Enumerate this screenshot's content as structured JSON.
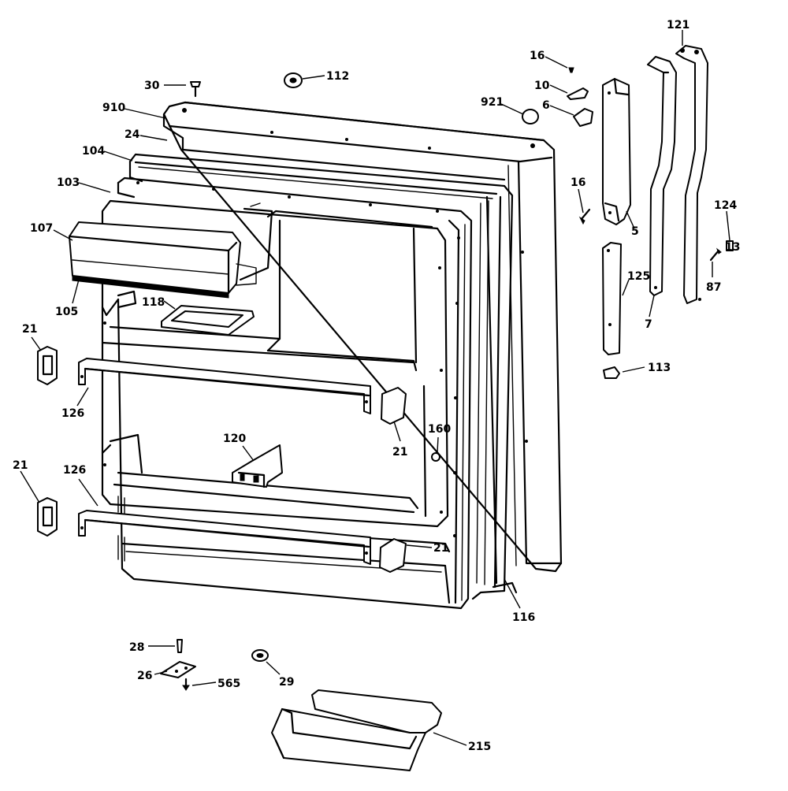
{
  "labels": {
    "p16a": "16",
    "p121": "121",
    "p30": "30",
    "p112": "112",
    "p10": "10",
    "p921": "921",
    "p6": "6",
    "p910": "910",
    "p24": "24",
    "p104": "104",
    "p16b": "16",
    "p103": "103",
    "p124": "124",
    "p107": "107",
    "p5": "5",
    "p13": "13",
    "p125": "125",
    "p87": "87",
    "p105": "105",
    "p118": "118",
    "p7": "7",
    "p21a": "21",
    "p113": "113",
    "p126a": "126",
    "p160": "160",
    "p120": "120",
    "p21b": "21",
    "p21c": "21",
    "p126b": "126",
    "p21d": "21",
    "p116": "116",
    "p28": "28",
    "p26": "26",
    "p565": "565",
    "p29": "29",
    "p215": "215"
  }
}
